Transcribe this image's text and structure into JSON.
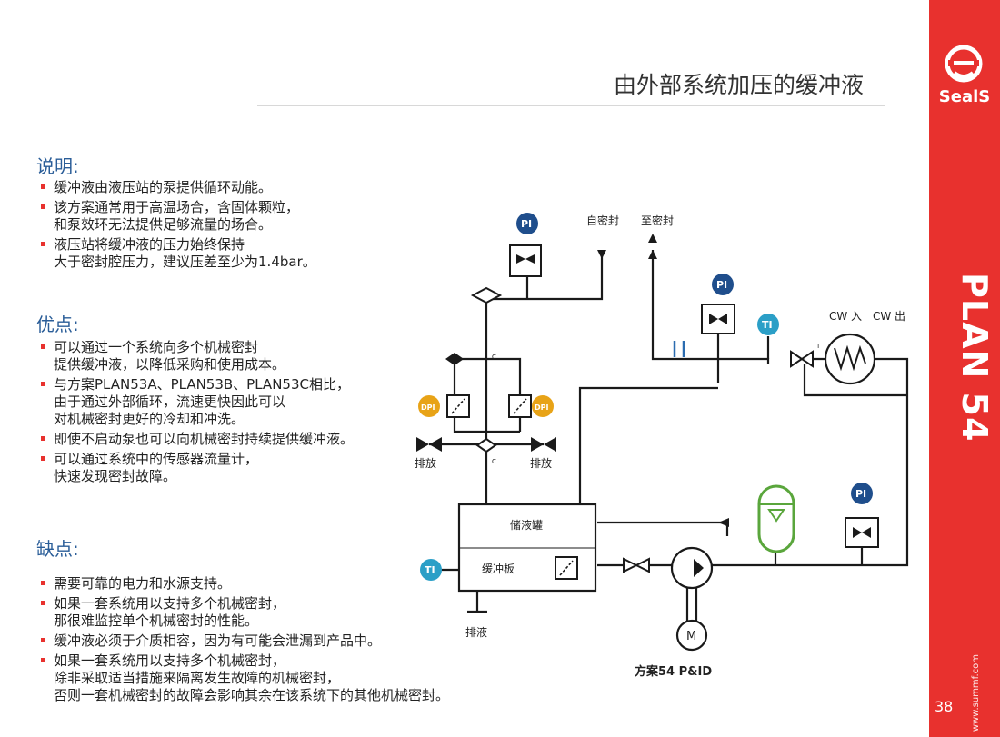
{
  "title": "由外部系统加压的缓冲液",
  "brand": {
    "logo_text": "SealS",
    "plan": "PLAN 54",
    "page": "38",
    "website": "www.summf.com",
    "accent": "#e8312e"
  },
  "sections": {
    "desc": {
      "heading": "说明:",
      "items": [
        "缓冲液由液压站的泵提供循环动能。",
        "该方案通常用于高温场合，含固体颗粒，\n和泵效环无法提供足够流量的场合。",
        "液压站将缓冲液的压力始终保持\n大于密封腔压力，建议压差至少为1.4bar。"
      ]
    },
    "pros": {
      "heading": "优点:",
      "items": [
        "可以通过一个系统向多个机械密封\n提供缓冲液，以降低采购和使用成本。",
        "与方案PLAN53A、PLAN53B、PLAN53C相比，\n由于通过外部循环，流速更快因此可以\n对机械密封更好的冷却和冲洗。",
        "即使不启动泵也可以向机械密封持续提供缓冲液。",
        "可以通过系统中的传感器流量计，\n快速发现密封故障。"
      ]
    },
    "cons": {
      "heading": "缺点:",
      "items": [
        "需要可靠的电力和水源支持。",
        "如果一套系统用以支持多个机械密封，\n那很难监控单个机械密封的性能。",
        "缓冲液必须于介质相容，因为有可能会泄漏到产品中。",
        "如果一套系统用以支持多个机械密封，\n除非采取适当措施来隔离发生故障的机械密封，\n否则一套机械密封的故障会影响其余在该系统下的其他机械密封。"
      ]
    }
  },
  "diagram": {
    "caption": "方案54 P&ID",
    "labels": {
      "from_seal": "自密封",
      "to_seal": "至密封",
      "cw_in": "CW 入",
      "cw_out": "CW 出",
      "drain_left": "排放",
      "drain_right": "排放",
      "tank": "储液罐",
      "baffle": "缓冲板",
      "tank_drain": "排液",
      "motor": "M"
    },
    "instruments": {
      "pi": "PI",
      "ti": "TI",
      "dpi": "DPI",
      "c": "C",
      "t": "T"
    },
    "colors": {
      "pi": "#1f4e8c",
      "ti": "#2b9fc7",
      "dpi": "#e8a317",
      "accumulator": "#5aa63c",
      "cooler_line": "#2b6cb0",
      "line": "#1a1a1a"
    }
  }
}
